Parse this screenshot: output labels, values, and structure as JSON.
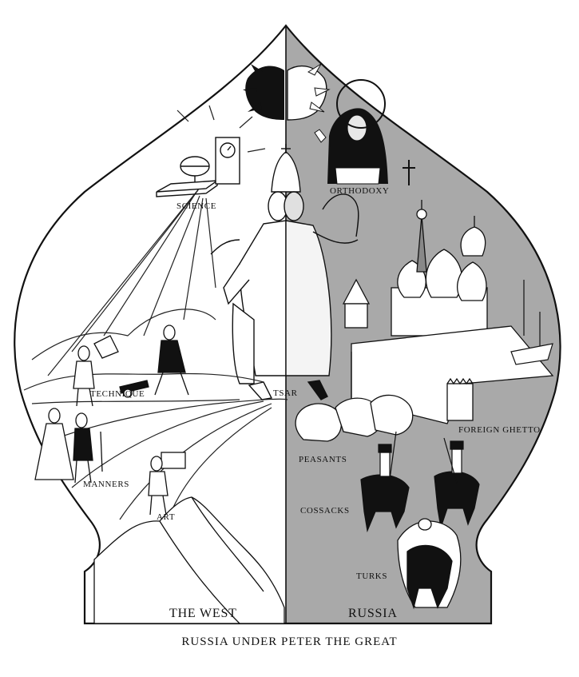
{
  "labels": {
    "science": "SCIENCE",
    "orthodoxy": "ORTHODOXY",
    "technique": "TECHNIQUE",
    "tsar": "TSAR",
    "foreign_ghetto": "FOREIGN GHETTO",
    "peasants": "PEASANTS",
    "manners": "MANNERS",
    "cossacks": "COSSACKS",
    "art": "ART",
    "turks": "TURKS",
    "the_west": "THE WEST",
    "russia": "RUSSIA"
  },
  "caption": "RUSSIA UNDER PETER THE GREAT",
  "colors": {
    "russia_fill": "#a9a9a9",
    "west_fill": "#ffffff",
    "ink": "#111111"
  }
}
